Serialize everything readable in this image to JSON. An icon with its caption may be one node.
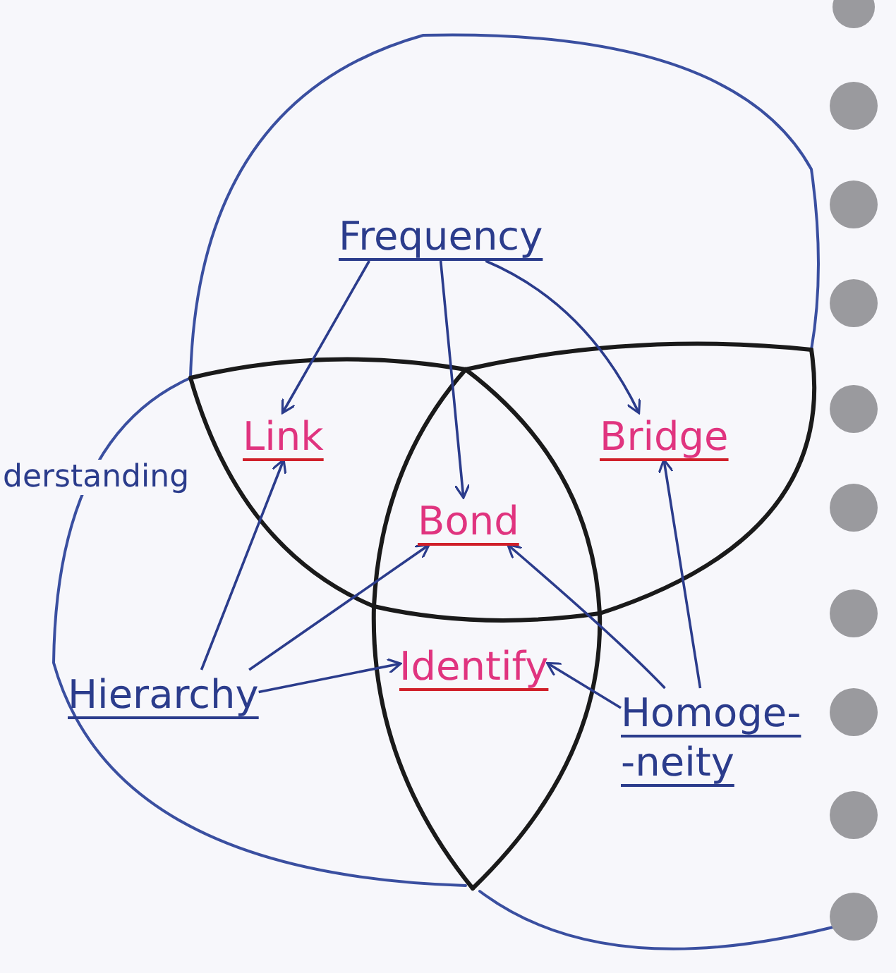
{
  "diagram": {
    "nodes": [
      {
        "text": [
          "Frequency"
        ]
      },
      {
        "text": [
          "Link"
        ]
      },
      {
        "text": [
          "Bridge"
        ]
      },
      {
        "text": [
          "Bond"
        ]
      },
      {
        "text": [
          "Identify"
        ]
      },
      {
        "text": [
          "Hierarchy"
        ]
      },
      {
        "text": [
          "Homoge- -neity"
        ]
      }
    ],
    "edges": [
      {
        "from": 0,
        "to": 1,
        "arrow": "to"
      },
      {
        "from": 0,
        "to": 3,
        "arrow": "to"
      },
      {
        "from": 0,
        "to": 2,
        "arrow": "to"
      },
      {
        "from": 5,
        "to": 1,
        "arrow": "to"
      },
      {
        "from": 5,
        "to": 3,
        "arrow": "to"
      },
      {
        "from": 5,
        "to": 4,
        "arrow": "to"
      },
      {
        "from": 6,
        "to": 2,
        "arrow": "to"
      },
      {
        "from": 6,
        "to": 3,
        "arrow": "to"
      },
      {
        "from": 6,
        "to": 4,
        "arrow": "to"
      }
    ],
    "labels": [
      "derstanding"
    ]
  }
}
